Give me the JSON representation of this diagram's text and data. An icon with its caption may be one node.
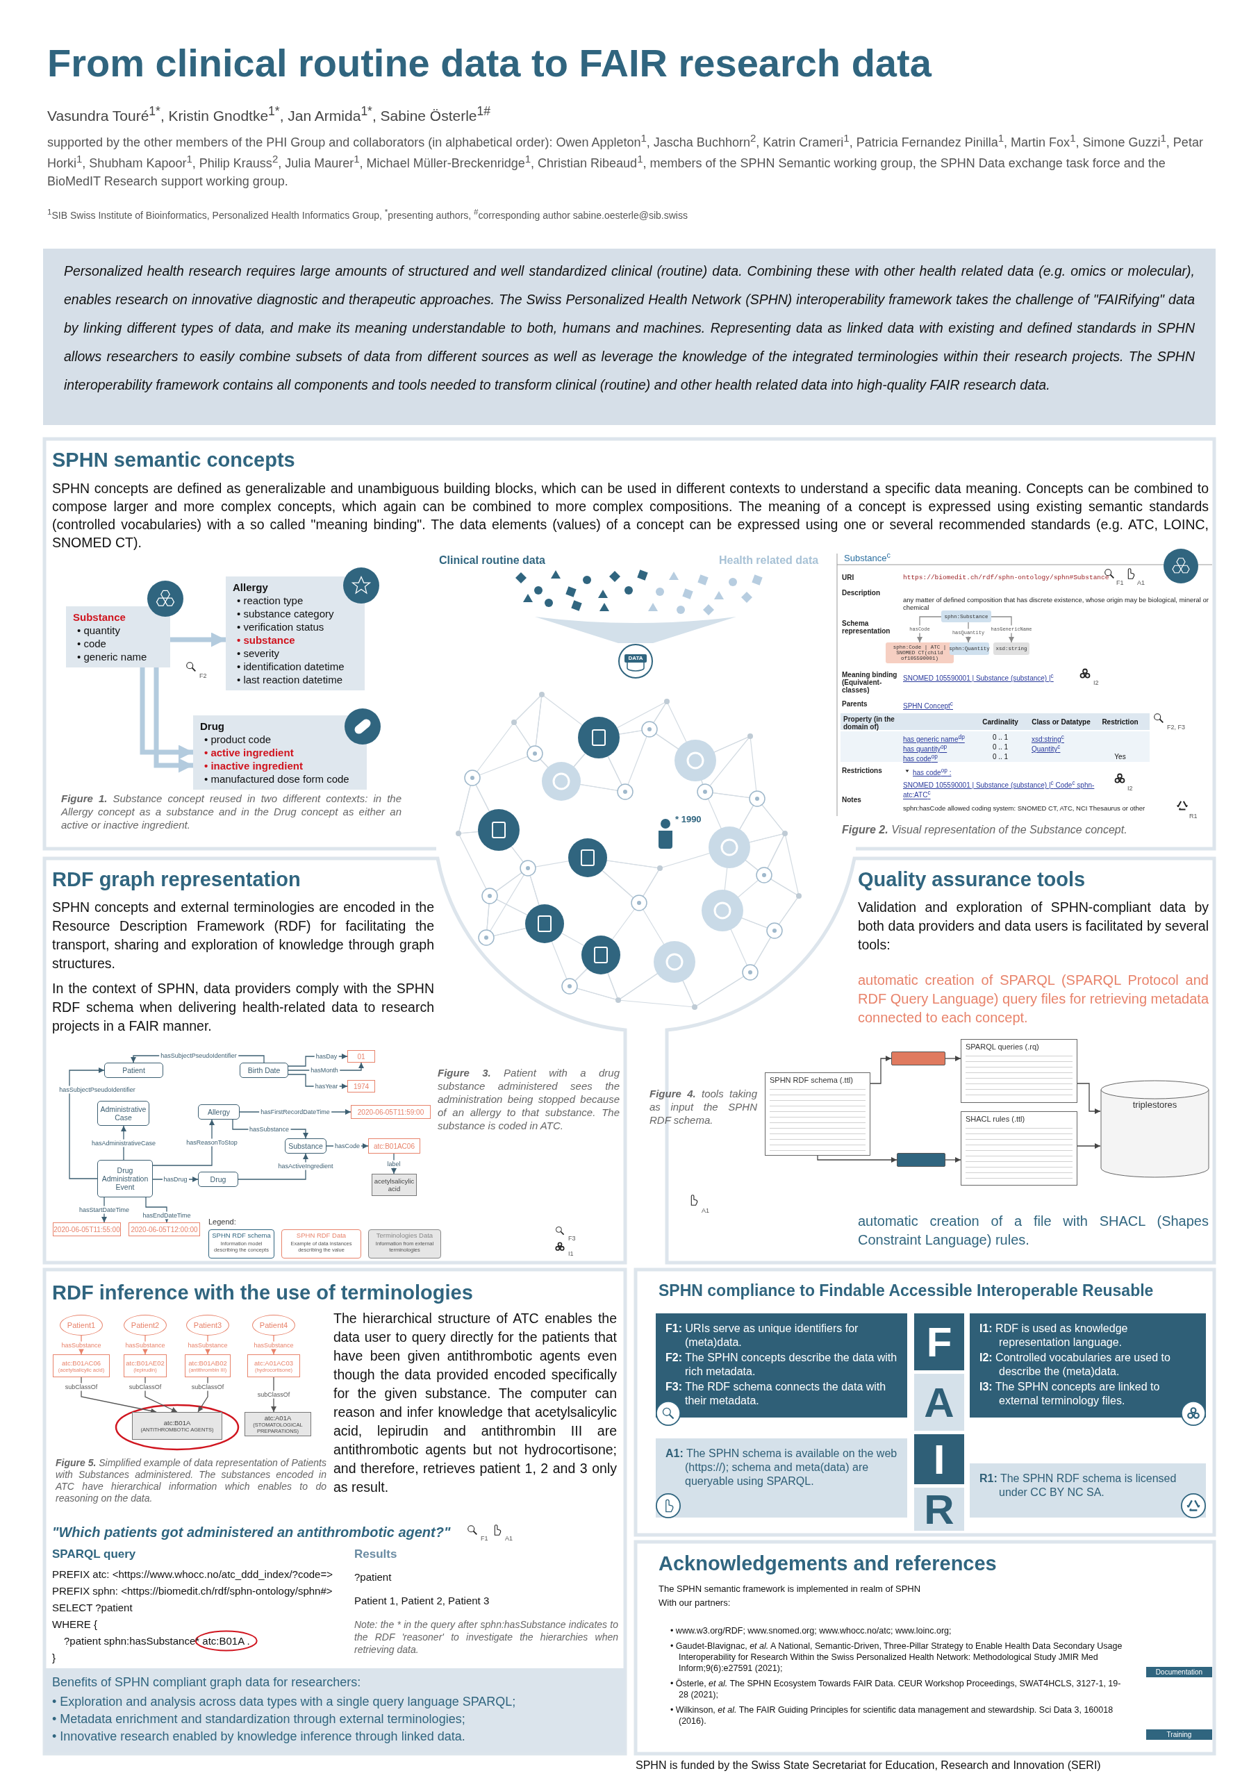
{
  "diagram": {
    "title": "From clinical routine data to FAIR research data",
    "caption": "SPHN is funded by the Swiss State Secretariat for Education, Research and Innovation (SERI)",
    "nodes": [
      {
        "text": [
          "Substance",
          "• quantity",
          "• code",
          "• generic name"
        ]
      },
      {
        "text": [
          "Allergy",
          "• reaction type",
          "• substance category",
          "• verification status",
          "• substance",
          "• severity",
          "• identification datetime",
          "• last reaction datetime"
        ]
      },
      {
        "text": [
          "Drug",
          "• product code",
          "• active ingredient",
          "• inactive ingredient",
          "• manufactured dose form code"
        ]
      },
      {
        "text": [
          "sphn:Substance"
        ]
      },
      {
        "text": [
          "sphn:Code | ATC | SNOMED CT(child of105590001)"
        ]
      },
      {
        "text": [
          "sphn:Quantity"
        ]
      },
      {
        "text": [
          "xsd:string"
        ]
      },
      {
        "text": [
          "Patient"
        ]
      },
      {
        "text": [
          "Birth Date"
        ]
      },
      {
        "text": [
          "01"
        ]
      },
      {
        "text": [
          "1974"
        ]
      },
      {
        "text": [
          "Administrative Case"
        ]
      },
      {
        "text": [
          "Allergy"
        ]
      },
      {
        "text": [
          "2020-06-05T11:59:00"
        ]
      },
      {
        "text": [
          "Substance"
        ]
      },
      {
        "text": [
          "atc:B01AC06"
        ]
      },
      {
        "text": [
          "acetylsalicylic acid"
        ]
      },
      {
        "text": [
          "Drug Administration Event"
        ]
      },
      {
        "text": [
          "Drug"
        ]
      },
      {
        "text": [
          "2020-06-05T11:55:00"
        ]
      },
      {
        "text": [
          "2020-06-05T12:00:00"
        ]
      },
      {
        "text": [
          "SPHN RDF schema (.ttl)"
        ]
      },
      {
        "text": [],
        "shape": "box"
      },
      {
        "text": [
          "SPARQL queries (.rq)"
        ]
      },
      {
        "text": [],
        "shape": "box"
      },
      {
        "text": [
          "SHACL rules (.ttl)"
        ]
      },
      {
        "text": [
          "triplestores"
        ]
      },
      {
        "text": [
          "Patient1"
        ]
      },
      {
        "text": [
          "Patient2"
        ]
      },
      {
        "text": [
          "Patient3"
        ]
      },
      {
        "text": [
          "Patient4"
        ]
      },
      {
        "text": [
          "atc:B01AC06",
          "(acetylsalicylic acid)"
        ]
      },
      {
        "text": [
          "atc:B01AE02",
          "(lepirudin)"
        ]
      },
      {
        "text": [
          "atc:B01AB02",
          "(antithrombin III)"
        ]
      },
      {
        "text": [
          "atc:A01AC03",
          "(hydrocortisone)"
        ]
      },
      {
        "text": [
          "atc:B01A",
          "(ANTITHROMBOTIC AGENTS)"
        ]
      },
      {
        "text": [
          "atc:A01A",
          "(STOMATOLOGICAL PREPARATIONS)"
        ]
      },
      {
        "text": [
          "**F1:** URIs serve as unique identifiers for (meta)data.",
          "**F2:** The SPHN concepts describe the data with rich metadata.",
          "**F3:** The RDF schema connects the data with their metadata."
        ]
      },
      {
        "text": [
          "F"
        ]
      },
      {
        "text": [
          "**I1:** RDF is used as knowledge representation language.",
          "**I2:** Controlled vocabularies are used to describe the (meta)data.",
          "**I3:** The SPHN concepts are linked to external terminology files."
        ]
      },
      {
        "text": [
          "A"
        ]
      },
      {
        "text": [
          "I"
        ]
      },
      {
        "text": [
          "**A1:** The SPHN schema is available on the web (https://); schema and meta(data) are queryable using SPARQL."
        ]
      },
      {
        "text": [
          "R"
        ]
      },
      {
        "text": [
          "**R1:** The SPHN RDF schema is licensed under CC BY NC SA."
        ]
      }
    ],
    "edges": [
      {
        "from": 0,
        "to": 1,
        "arrow": "to",
        "style": "thick",
        "color": "#b3cbde"
      },
      {
        "from": 0,
        "to": 2,
        "arrow": "to",
        "style": "thick",
        "color": "#b3cbde"
      },
      {
        "from": 0,
        "to": 2,
        "arrow": "to",
        "style": "thick",
        "color": "#b3cbde"
      },
      {
        "from": 3,
        "to": 4,
        "arrow": "to",
        "label": "hasCode",
        "color": "#8c8c8c"
      },
      {
        "from": 3,
        "to": 5,
        "arrow": "to",
        "label": "hasQuantity",
        "color": "#8c8c8c"
      },
      {
        "from": 3,
        "to": 6,
        "arrow": "to",
        "label": "hasGenericName",
        "color": "#8c8c8c"
      },
      {
        "from": 8,
        "to": 7,
        "arrow": "to",
        "label": "hasSubjectPseudoIdentifier"
      },
      {
        "from": 8,
        "to": 9,
        "arrow": "to",
        "label": "hasDay"
      },
      {
        "from": 8,
        "to": 9,
        "arrow": "to",
        "label": "hasMonth"
      },
      {
        "from": 8,
        "to": 10,
        "arrow": "to",
        "label": "hasYear"
      },
      {
        "from": 17,
        "to": 7,
        "arrow": "to",
        "label": "hasSubjectPseudoIdentifier"
      },
      {
        "from": 17,
        "to": 11,
        "arrow": "to",
        "label": "hasAdministrativeCase"
      },
      {
        "from": 12,
        "to": 13,
        "arrow": "to",
        "label": "hasFirstRecordDateTime"
      },
      {
        "from": 17,
        "to": 12,
        "arrow": "to",
        "label": "hasReasonToStop"
      },
      {
        "from": 12,
        "to": 14,
        "arrow": "to",
        "label": "hasSubstance"
      },
      {
        "from": 17,
        "to": 18,
        "arrow": "to",
        "label": "hasDrug"
      },
      {
        "from": 18,
        "to": 14,
        "arrow": "to",
        "label": "hasActiveIngredient"
      },
      {
        "from": 14,
        "to": 15,
        "arrow": "to",
        "label": "hasCode"
      },
      {
        "from": 15,
        "to": 16,
        "arrow": "to",
        "label": "label"
      },
      {
        "from": 17,
        "to": 19,
        "arrow": "to",
        "label": "hasStartDateTime"
      },
      {
        "from": 17,
        "to": 20,
        "arrow": "to",
        "label": "hasEndDateTime"
      },
      {
        "from": 21,
        "to": 22,
        "arrow": "to",
        "color": "#444444"
      },
      {
        "from": 22,
        "to": 23,
        "arrow": "to",
        "color": "#444444"
      },
      {
        "from": 23,
        "to": 26,
        "arrow": "to",
        "color": "#444444"
      },
      {
        "from": 21,
        "to": 24,
        "arrow": "to",
        "color": "#444444"
      },
      {
        "from": 24,
        "to": 25,
        "arrow": "to",
        "color": "#444444"
      },
      {
        "from": 25,
        "to": 26,
        "arrow": "to",
        "color": "#444444"
      },
      {
        "from": 27,
        "to": 31,
        "arrow": "to",
        "label": "hasSubstance",
        "color": "#e8836b"
      },
      {
        "from": 28,
        "to": 32,
        "arrow": "to",
        "label": "hasSubstance",
        "color": "#e8836b"
      },
      {
        "from": 29,
        "to": 33,
        "arrow": "to",
        "label": "hasSubstance",
        "color": "#e8836b"
      },
      {
        "from": 30,
        "to": 34,
        "arrow": "to",
        "label": "hasSubstance",
        "color": "#e8836b"
      },
      {
        "from": 31,
        "to": 35,
        "arrow": "to",
        "label": "subClassOf",
        "color": "#555555"
      },
      {
        "from": 32,
        "to": 35,
        "arrow": "to",
        "label": "subClassOf",
        "color": "#555555"
      },
      {
        "from": 33,
        "to": 35,
        "arrow": "to",
        "label": "subClassOf",
        "color": "#555555"
      },
      {
        "from": 34,
        "to": 36,
        "arrow": "to",
        "label": "subClassOf",
        "color": "#555555"
      }
    ],
    "labels": [
      "Vasundra Touré$^{1*}$, Kristin Gnodtke$^{1*}$, Jan Armida$^{1*}$, Sabine Österle$^{1#}$",
      "supported by the other members of the PHI Group and collaborators (in alphabetical order): Owen Appleton$^{1}$, Jascha Buchhorn$^{2}$, Katrin Crameri$^{1}$, Patricia Fernandez Pinilla$^{1}$, Martin Fox$^{1}$, Simone Guzzi$^{1}$, Petar Horki$^{1}$, Shubham Kapoor$^{1}$, Philip Krauss$^{2}$, Julia Maurer$^{1}$, Michael Müller-Breckenridge$^{1}$, Christian Ribeaud$^{1}$, members of the SPHN Semantic working group, the SPHN Data exchange task force and the BioMedIT Research support working group.",
      "$^{1}$SIB Swiss Institute of Bioinformatics, Personalized Health Informatics Group, $^{*}$presenting authors, $^{#}$corresponding author sabine.oesterle@sib.swiss",
      "Personalized health research requires large amounts of structured and well standardized clinical (routine) data. Combining these with other health related data (e.g. omics or molecular), enables research on innovative diagnostic and therapeutic approaches. The Swiss Personalized Health Network (SPHN) interoperability framework takes the challenge of \"FAIRifying\" data by linking different types of data, and make its meaning understandable to both, humans and machines. Representing data as linked data with existing and defined standards in SPHN allows researchers to easily combine subsets of data from different sources as well as leverage the knowledge of the integrated terminologies within their research projects. The SPHN interoperability framework contains all components and tools needed to transform clinical (routine) and other health related data into high-quality FAIR research data.",
      "SPHN semantic concepts",
      "SPHN concepts are defined as generalizable and unambiguous building blocks, which can be used in different contexts to understand a specific data meaning. Concepts can be combined to compose larger and more complex concepts, which again can be combined to more complex compositions. The meaning of a concept is expressed using existing semantic standards (controlled vocabularies) with a so called \"meaning binding\". The data elements (values) of a concept can be expressed using one or several recommended standards (e.g. ATC, LOINC, SNOMED CT).",
      "**Figure 1.** Substance concept reused in two different contexts: in the Allergy concept as a substance and in the Drug concept as either an active or inactive ingredient.",
      "F2",
      "Clinical routine data",
      "Health related data",
      "DATA",
      "* 1990",
      "Substance$^{c}$",
      "URI",
      "https://biomedit.ch/rdf/sphn-ontology/sphn#Substance",
      "F1",
      "A1",
      "Description",
      "any matter of defined composition that has discrete existence, whose origin may be biological, mineral or chemical",
      "Schema representation",
      "Meaning binding (Equivalent-classes)",
      "SNOMED 105590001 | Substance (substance) |$^{c}$",
      "I2",
      "Parents",
      "SPHN Concept$^{c}$",
      "Property (in the domain of)",
      "Cardinality",
      "Class or Datatype",
      "Restriction",
      "F2, F3",
      "has generic name$^{dp}$",
      "0 .. 1",
      "xsd:string$^{c}$",
      "has quantity$^{op}$",
      "0 .. 1",
      "Quantity$^{c}$",
      "has code$^{op}$",
      "0 .. 1",
      "Yes",
      "Restrictions",
      "has code$^{op}$ :",
      "SNOMED 105590001 | Substance (substance) |$^{c}$ Code$^{c}$ sphn-atc:ATC$^{c}$",
      "I2",
      "Notes",
      "sphn:hasCode allowed coding system: SNOMED CT, ATC, NCI Thesaurus or other",
      "R1",
      "**Figure 2.** Visual representation of the Substance concept.",
      "RDF graph representation",
      "SPHN concepts and external terminologies are encoded in the Resource Description Framework (RDF) for facilitating the transport, sharing and exploration of knowledge through graph structures.",
      "In the context of SPHN, data providers comply with the SPHN RDF schema when delivering health-related data to research projects in a FAIR manner.",
      "Legend:",
      "Information model describing the concepts",
      "Example of data instances describing the value",
      "Information from external terminologies",
      "**Figure 3.** Patient with a drug substance administered sees the administration being stopped because of an allergy to that substance. The substance is coded in ATC.",
      "F3",
      "I1",
      "Quality assurance tools",
      "Validation and exploration of SPHN-compliant data by both data providers and data users is facilitated by several tools:",
      "automatic creation of SPARQL (SPARQL Protocol and RDF Query Language) query files for retrieving metadata connected to each concept.",
      "**Figure 4.** tools taking as input the SPHN RDF schema.",
      "A1",
      "automatic creation of a file with SHACL (Shapes Constraint Language) rules.",
      "RDF inference with the use of terminologies",
      "**Figure 5.** Simplified example of data representation of Patients with Substances administered. The substances encoded in ATC have hierarchical information which enables to do reasoning on the data.",
      "The hierarchical structure of ATC enables the data user to query directly for the patients that have been given antithrombotic agents even though the data provided encoded specifically for the given substance. The computer can reason and infer knowledge that acetylsalicylic acid, lepirudin and antithrombin III are antithrombotic agents but not hydrocortisone; and therefore, retrieves patient 1, 2 and 3 only as result.",
      "\"Which patients got administered an antithrombotic agent?\"",
      "F1",
      "A1",
      "SPARQL query",
      "PREFIX atc: <https://www.whocc.no/atc_ddd_index/?code=>",
      "PREFIX sphn: <https://biomedit.ch/rdf/sphn-ontology/sphn#>",
      "SELECT ?patient",
      "WHERE {",
      "?patient sphn:hasSubstance* atc:B01A .",
      "}",
      "Results",
      "?patient",
      "Patient 1, Patient 2, Patient 3",
      "Note: the * in the query after sphn:hasSubstance indicates to the RDF 'reasoner' to investigate the hierarchies when retrieving data.",
      "Benefits of SPHN compliant graph data for researchers:",
      "• Exploration and analysis across data types with a single query language SPARQL;",
      "• Metadata enrichment and standardization through external terminologies;",
      "• Innovative research enabled by knowledge inference through linked data.",
      "SPHN compliance to Findable Accessible Interoperable Reusable",
      "Acknowledgements and references",
      "The SPHN semantic framework is implemented in realm of SPHN",
      "With our partners:",
      "• www.w3.org/RDF; www.snomed.org; www.whocc.no/atc; www.loinc.org;",
      "• Gaudet-Blavignac, *et al.* A National, Semantic-Driven, Three-Pillar Strategy to Enable Health Data Secondary Usage Interoperability for Research Within the Swiss Personalized Health Network: Methodological Study JMIR Med Inform;9(6):e27591 (2021);",
      "• Österle, *et al.* The SPHN Ecosystem Towards FAIR Data. CEUR Workshop Proceedings, SWAT4HCLS, 3127-1, 19-28 (2021);",
      "• Wilkinson, *et al.* The FAIR Guiding Principles for scientific data management and stewardship. Sci Data 3, 160018 (2016).",
      "Documentation",
      "Training"
    ],
    "legend": [
      {
        "text": "SPHN RDF schema"
      },
      {
        "text": "SPHN RDF Data"
      },
      {
        "text": "Terminologies Data"
      }
    ]
  }
}
